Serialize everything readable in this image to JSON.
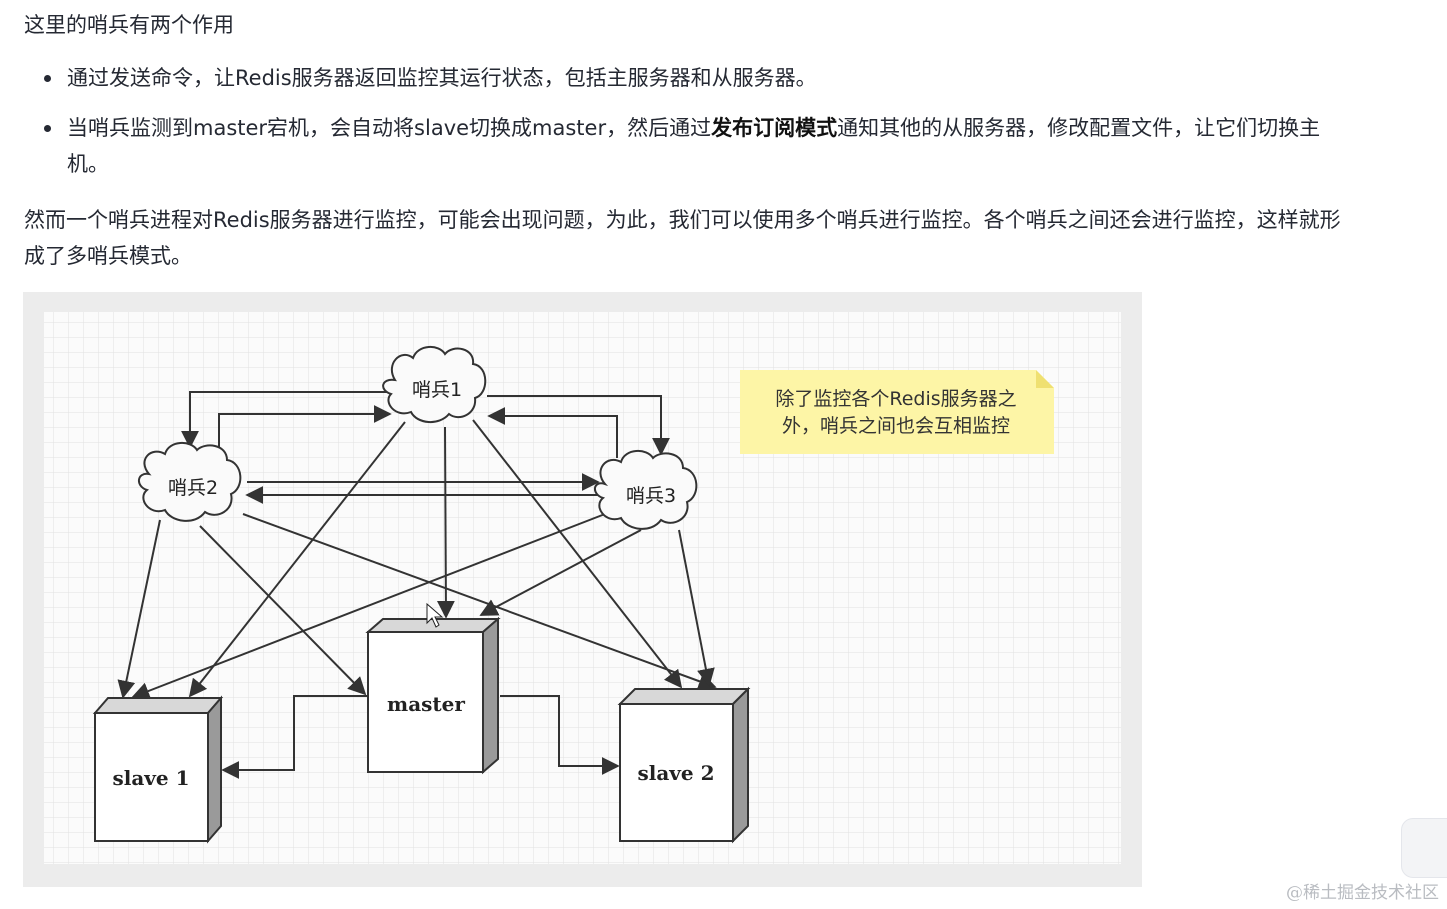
{
  "intro": "这里的哨兵有两个作用",
  "bullets": [
    {
      "text": "通过发送命令，让Redis服务器返回监控其运行状态，包括主服务器和从服务器。"
    },
    {
      "before": "当哨兵监测到master宕机，会自动将slave切换成master，然后通过",
      "bold": "发布订阅模式",
      "after": "通知其他的从服务器，修改配置文件，让它们切换主机。"
    }
  ],
  "multi": "然而一个哨兵进程对Redis服务器进行监控，可能会出现问题，为此，我们可以使用多个哨兵进行监控。各个哨兵之间还会进行监控，这样就形成了多哨兵模式。",
  "diagram": {
    "sentinels": [
      "哨兵1",
      "哨兵2",
      "哨兵3"
    ],
    "servers": {
      "master": "master",
      "slave1": "slave 1",
      "slave2": "slave 2"
    },
    "note": [
      "除了监控各个Redis服务器之",
      "外，哨兵之间也会互相监控"
    ]
  },
  "watermark": "@稀土掘金技术社区",
  "colors": {
    "note_bg": "#fdf5a6",
    "note_fold": "#efe071",
    "text": "#252933",
    "watermark": "#b9bcc1"
  }
}
